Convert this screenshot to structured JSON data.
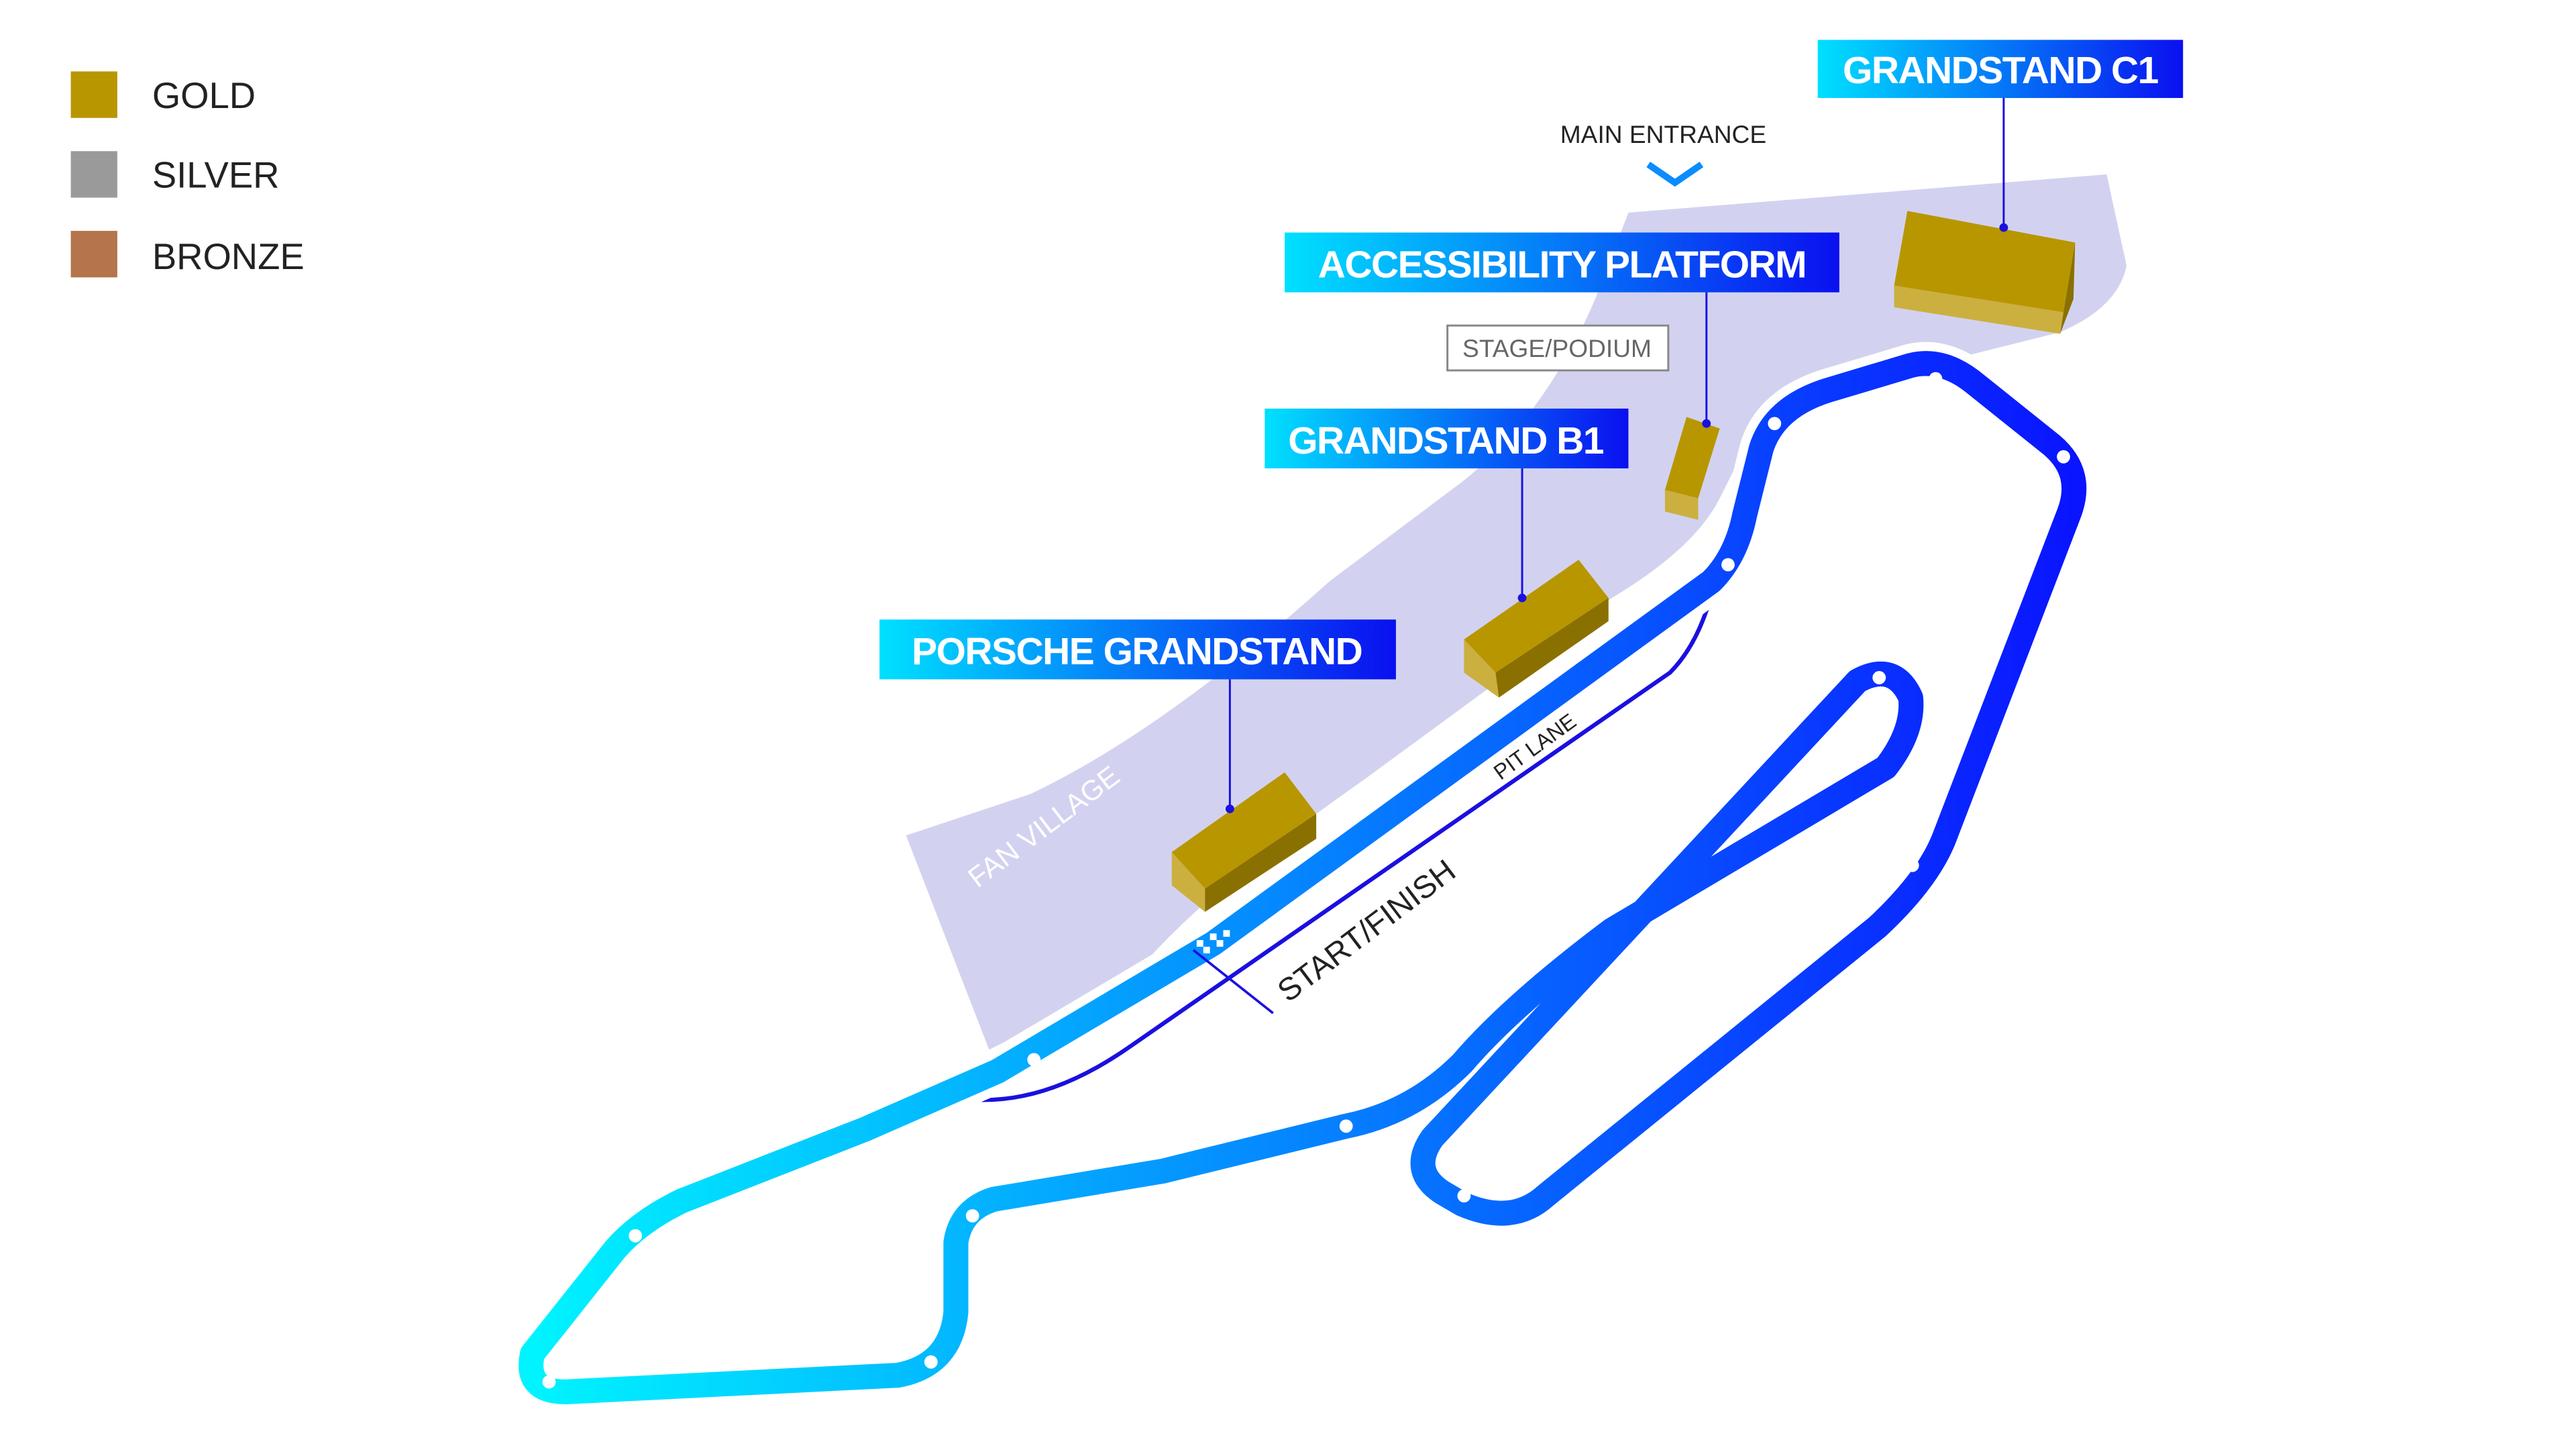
{
  "legend": [
    {
      "label": "GOLD",
      "color": "#b89600"
    },
    {
      "label": "SILVER",
      "color": "#9a9a9a"
    },
    {
      "label": "BRONZE",
      "color": "#b5744a"
    }
  ],
  "labels": {
    "grandstand_c1": "GRANDSTAND C1",
    "accessibility": "ACCESSIBILITY PLATFORM",
    "grandstand_b1": "GRANDSTAND B1",
    "porsche": "PORSCHE GRANDSTAND",
    "main_entrance": "MAIN ENTRANCE",
    "stage": "STAGE/PODIUM",
    "fan_village": "FAN VILLAGE",
    "pit_lane": "PIT LANE",
    "start_finish": "START/FINISH"
  },
  "colors": {
    "track_start": "#00f4ff",
    "track_end": "#0a14ff",
    "fan_zone": "#d2d2f0"
  }
}
